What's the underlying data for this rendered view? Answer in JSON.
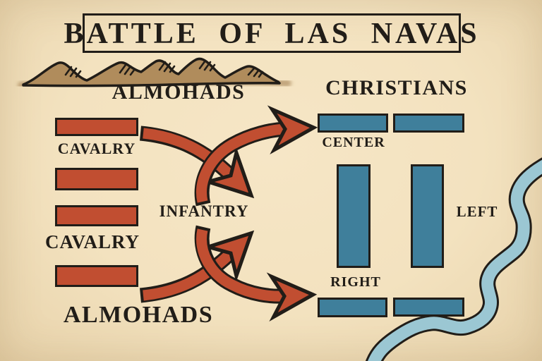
{
  "title": "BATTLE OF LAS NAVAS",
  "colors": {
    "paper": "#f3e2bf",
    "ink": "#211d18",
    "almohad_red": "#c14e31",
    "christian_blue": "#3f7f9b",
    "river_blue": "#9bc7d3",
    "mountain_tan": "#b08c5c"
  },
  "almohads": {
    "label_top": "ALMOHADS",
    "label_bottom": "ALMOHADS",
    "cavalry_top_label": "CAVALRY",
    "cavalry_bottom_label": "CAVALRY",
    "infantry_label": "INFANTRY",
    "units": [
      "cavalry-row-1",
      "cavalry-row-2",
      "cavalry-row-3",
      "cavalry-row-4"
    ]
  },
  "christians": {
    "label": "CHRISTIANS",
    "center_label": "CENTER",
    "left_label": "LEFT",
    "right_label": "RIGHT",
    "units": [
      "center-rect-1",
      "center-rect-2",
      "left-column-1",
      "left-column-2",
      "right-rect-1",
      "right-rect-2"
    ]
  }
}
